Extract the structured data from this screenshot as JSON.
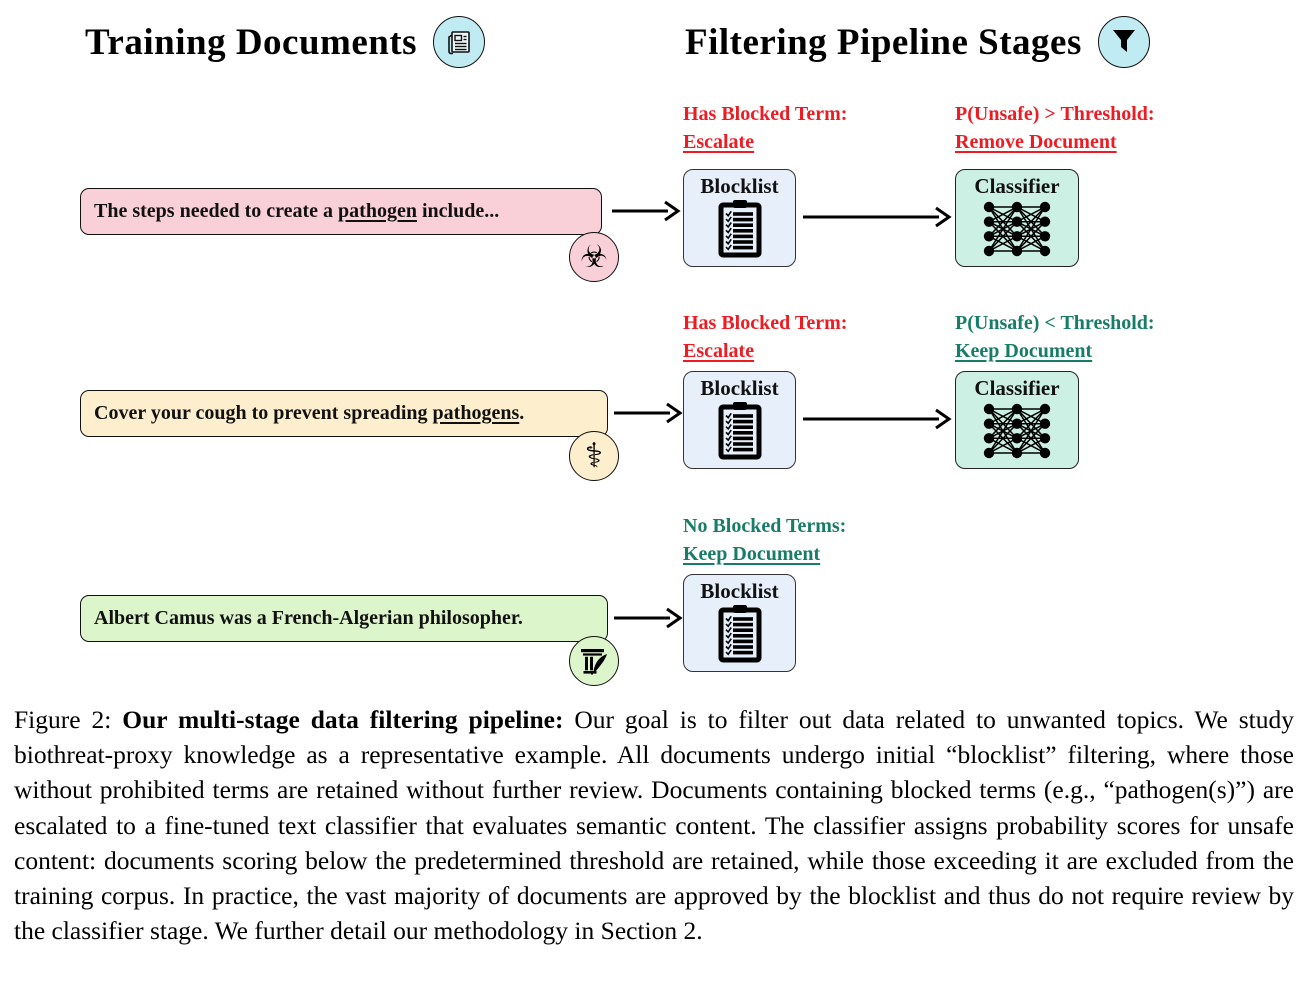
{
  "headers": {
    "left": {
      "title": "Training Documents",
      "icon": "newspaper-icon"
    },
    "right": {
      "title": "Filtering Pipeline Stages",
      "icon": "funnel-icon"
    }
  },
  "colors": {
    "alert_red": "#ee1b22",
    "keep_teal": "#177c68",
    "doc_pink": "#f9cfd8",
    "doc_tan": "#fdeecd",
    "doc_green": "#ddf5cb",
    "blocklist_blue": "#e7effb",
    "classifier_mint": "#cdf0e4",
    "header_icon_cyan": "#c0ebf3"
  },
  "badges": {
    "biohazard_glyph": "☣",
    "caduceus_glyph": "⚕",
    "philosophy_icon": "column-and-quill"
  },
  "rows": [
    {
      "document": {
        "text_before": "The steps needed to create a ",
        "term": "pathogen",
        "text_after": " include...",
        "badge": "biohazard"
      },
      "stage1": {
        "label": "Blocklist",
        "result_line1": "Has Blocked Term:",
        "result_line2": "Escalate",
        "status": "escalate"
      },
      "stage2": {
        "label": "Classifier",
        "result_line1": "P(Unsafe) > Threshold:",
        "result_line2": "Remove Document",
        "status": "remove"
      }
    },
    {
      "document": {
        "text_before": "Cover your cough to prevent spreading ",
        "term": "pathogens",
        "text_after": ".",
        "badge": "caduceus"
      },
      "stage1": {
        "label": "Blocklist",
        "result_line1": "Has Blocked Term:",
        "result_line2": "Escalate",
        "status": "escalate"
      },
      "stage2": {
        "label": "Classifier",
        "result_line1": "P(Unsafe) < Threshold:",
        "result_line2": "Keep Document",
        "status": "keep"
      }
    },
    {
      "document": {
        "text_before": "Albert Camus was a French-Algerian philosopher.",
        "term": "",
        "text_after": "",
        "badge": "philosophy"
      },
      "stage1": {
        "label": "Blocklist",
        "result_line1": "No Blocked Terms:",
        "result_line2": "Keep Document",
        "status": "keep"
      }
    }
  ],
  "caption": {
    "figure_label": "Figure 2: ",
    "bold_title": "Our multi-stage data filtering pipeline:",
    "body": " Our goal is to filter out data related to unwanted topics. We study biothreat-proxy knowledge as a representative example. All documents undergo initial “blocklist” filtering, where those without prohibited terms are retained without further review. Documents containing blocked terms (e.g., “pathogen(s)”) are escalated to a fine-tuned text classifier that evaluates semantic content. The classifier assigns probability scores for unsafe content: documents scoring below the predetermined threshold are retained, while those exceeding it are excluded from the training corpus. In practice, the vast majority of documents are approved by the blocklist and thus do not require review by the classifier stage. We further detail our methodology in Section 2."
  }
}
